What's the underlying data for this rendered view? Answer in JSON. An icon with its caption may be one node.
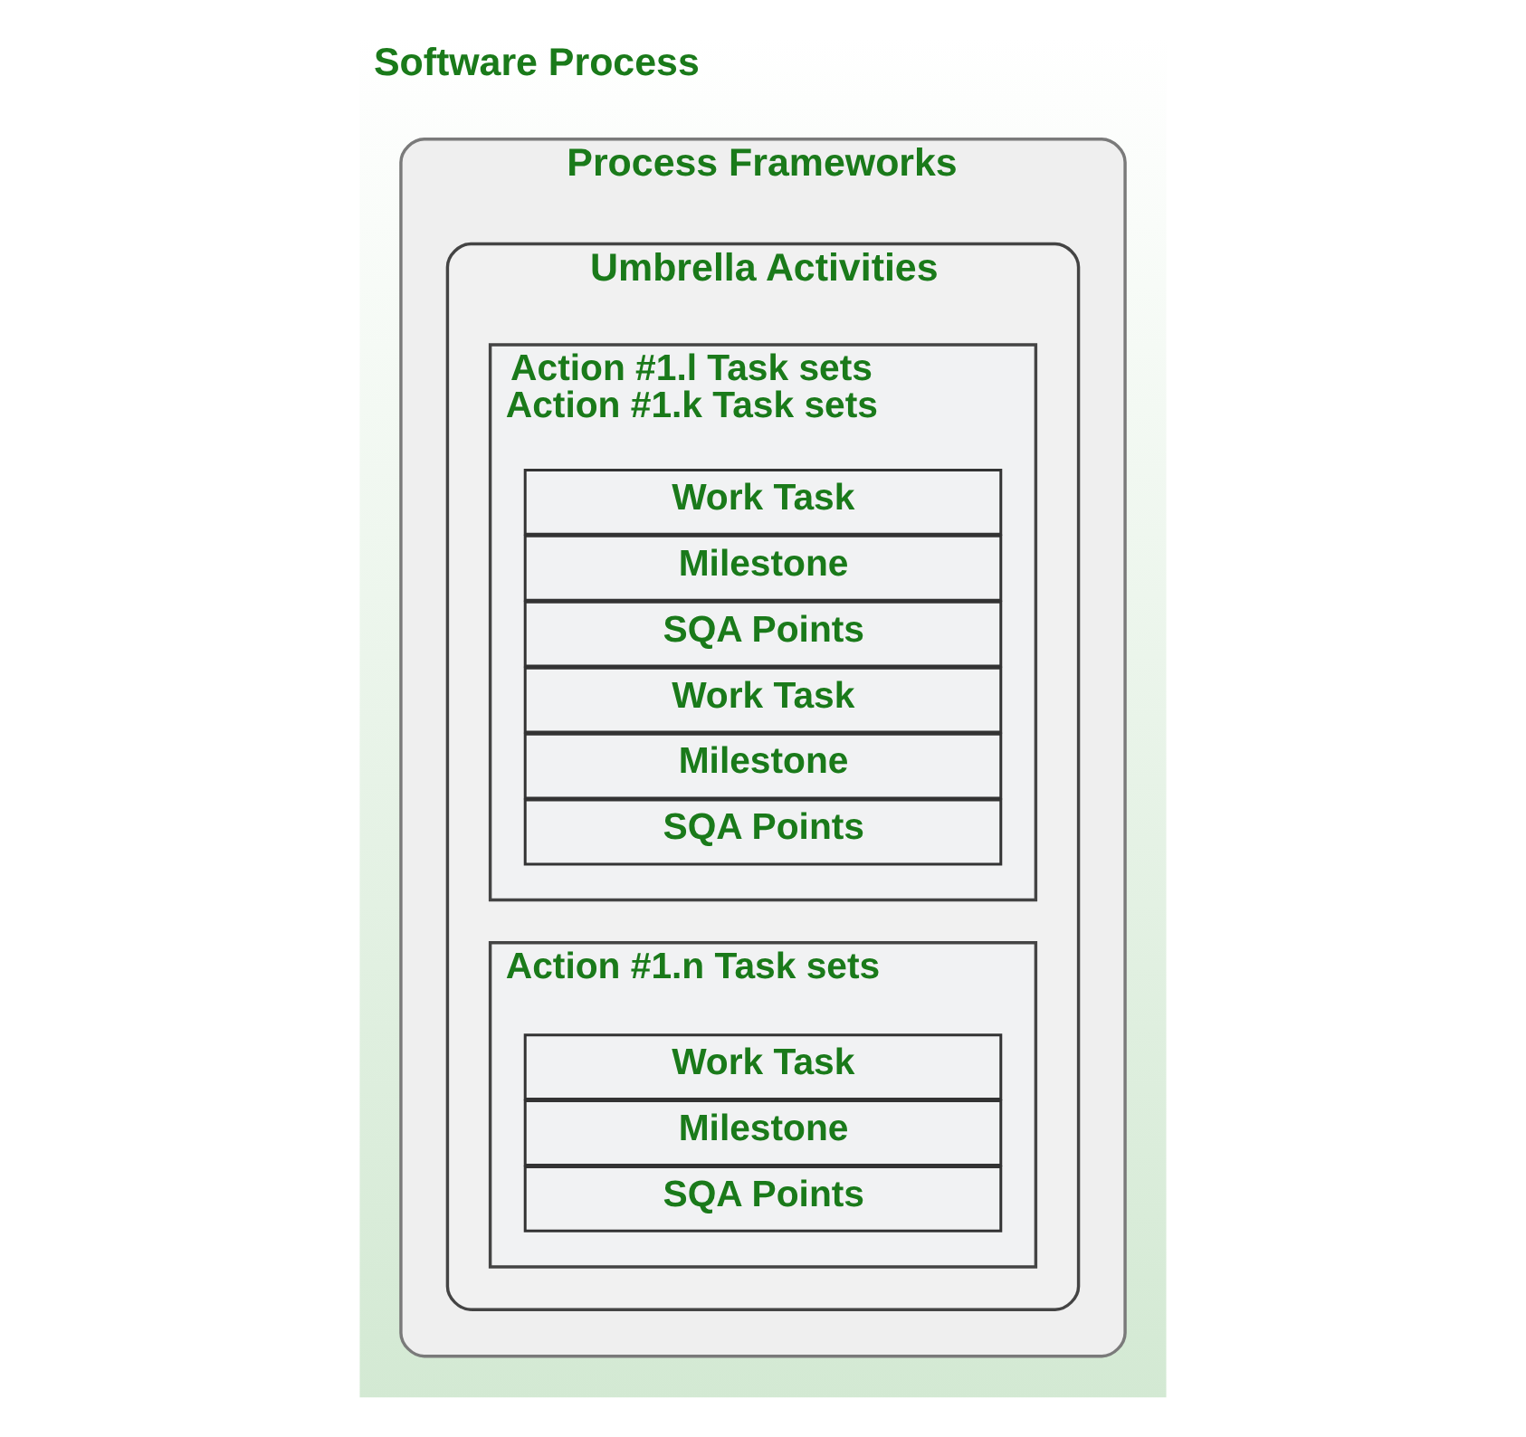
{
  "diagram": {
    "nodes": [
      {
        "text": [
          "Software Process"
        ]
      },
      {
        "text": [
          "Process Frameworks"
        ],
        "in": 0
      },
      {
        "text": [
          "Umbrella Activities"
        ],
        "in": 1
      },
      {
        "text": [
          "Action #1.l Task sets",
          "Action #1.k Task sets"
        ],
        "in": 2
      },
      {
        "text": [
          "Work Task"
        ],
        "in": 3
      },
      {
        "text": [
          "Milestone"
        ],
        "in": 3
      },
      {
        "text": [
          "SQA Points"
        ],
        "in": 3
      },
      {
        "text": [
          "Work Task"
        ],
        "in": 3
      },
      {
        "text": [
          "Milestone"
        ],
        "in": 3
      },
      {
        "text": [
          "SQA Points"
        ],
        "in": 3
      },
      {
        "text": [
          "Action #1.n Task sets"
        ],
        "in": 2
      },
      {
        "text": [
          "Work Task"
        ],
        "in": 10
      },
      {
        "text": [
          "Milestone"
        ],
        "in": 10
      },
      {
        "text": [
          "SQA Points"
        ],
        "in": 10
      }
    ],
    "edges": []
  }
}
